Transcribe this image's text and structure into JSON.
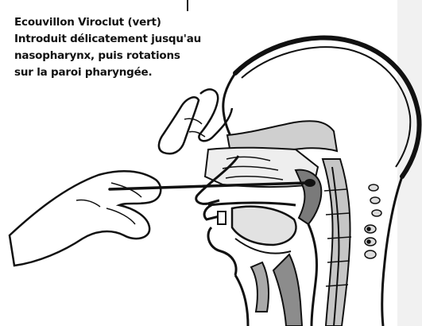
{
  "caption": {
    "lines": [
      "Ecouvillon Viroclut (vert)",
      "Introduit délicatement jusqu'au",
      "nasopharynx, puis rotations",
      "sur la paroi pharyngée."
    ]
  },
  "colors": {
    "ink": "#111111",
    "shade": "#b9b9b9",
    "background": "#ffffff"
  }
}
